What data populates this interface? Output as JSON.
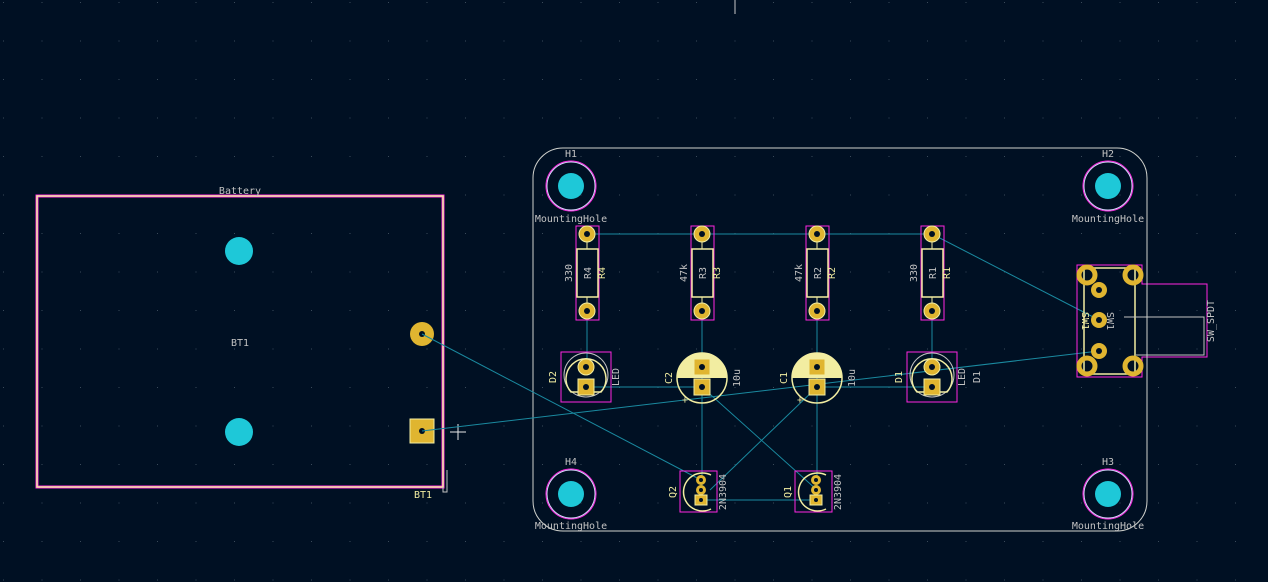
{
  "board": {
    "battery": {
      "value": "Battery",
      "ref_fab": "BT1",
      "ref_silk": "BT1"
    },
    "mounting_holes": [
      {
        "ref": "H1",
        "value": "MountingHole"
      },
      {
        "ref": "H2",
        "value": "MountingHole"
      },
      {
        "ref": "H3",
        "value": "MountingHole"
      },
      {
        "ref": "H4",
        "value": "MountingHole"
      }
    ],
    "resistors": [
      {
        "ref": "R4",
        "value": "330"
      },
      {
        "ref": "R3",
        "value": "47k"
      },
      {
        "ref": "R2",
        "value": "47k"
      },
      {
        "ref": "R1",
        "value": "330"
      }
    ],
    "leds": [
      {
        "ref": "D2",
        "value": "LED"
      },
      {
        "ref": "D1",
        "value": "LED",
        "extra": "D1"
      }
    ],
    "capacitors": [
      {
        "ref": "C2",
        "value": "10u",
        "plus": "+"
      },
      {
        "ref": "C1",
        "value": "10u",
        "plus": "+"
      }
    ],
    "transistors": [
      {
        "ref": "Q2",
        "value": "2N3904"
      },
      {
        "ref": "Q1",
        "value": "2N3904"
      }
    ],
    "switch": {
      "ref": "SW1",
      "ref_fab": "SW1",
      "value": "SW_SPDT"
    }
  },
  "colors": {
    "background": "#001023",
    "edge_cuts": "#d0d2cd",
    "silkscreen": "#f2eda1",
    "courtyard": "#ff26e2",
    "pad": "#e0b530",
    "ratsnest": "#1a8aa0",
    "hole": "#1ec8d8"
  }
}
